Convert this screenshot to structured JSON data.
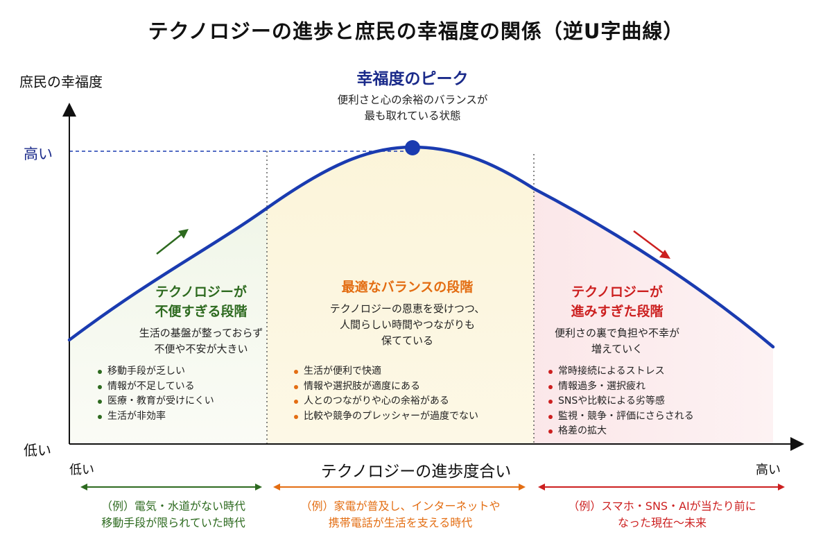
{
  "title": "テクノロジーの進歩と庶民の幸福度の関係（逆U字曲線）",
  "axes": {
    "y_label": "庶民の幸福度",
    "y_high": "高い",
    "y_low": "低い",
    "x_label": "テクノロジーの進歩度合い",
    "x_low": "低い",
    "x_high": "高い"
  },
  "peak": {
    "title": "幸福度のピーク",
    "desc_line1": "便利さと心の余裕のバランスが",
    "desc_line2": "最も取れている状態"
  },
  "sections": {
    "left": {
      "title_line1": "テクノロジーが",
      "title_line2": "不便すぎる段階",
      "desc_line1": "生活の基盤が整っておらず",
      "desc_line2": "不便や不安が大きい",
      "bullets": [
        "移動手段が乏しい",
        "情報が不足している",
        "医療・教育が受けにくい",
        "生活が非効率"
      ],
      "example_line1": "（例）電気・水道がない時代",
      "example_line2": "移動手段が限られていた時代"
    },
    "middle": {
      "title_line1": "最適なバランスの段階",
      "desc_line1": "テクノロジーの恩恵を受けつつ、",
      "desc_line2": "人間らしい時間やつながりも",
      "desc_line3": "保てている",
      "bullets": [
        "生活が便利で快適",
        "情報や選択肢が適度にある",
        "人とのつながりや心の余裕がある",
        "比較や競争のプレッシャーが過度でない"
      ],
      "example_line1": "（例）家電が普及し、インターネットや",
      "example_line2": "携帯電話が生活を支える時代"
    },
    "right": {
      "title_line1": "テクノロジーが",
      "title_line2": "進みすぎた段階",
      "desc_line1": "便利さの裏で負担や不幸が",
      "desc_line2": "増えていく",
      "bullets": [
        "常時接続によるストレス",
        "情報過多・選択疲れ",
        "SNSや比較による劣等感",
        "監視・競争・評価にさらされる",
        "格差の拡大"
      ],
      "example_line1": "（例）スマホ・SNS・AIが当たり前に",
      "example_line2": "なった現在〜未来"
    }
  },
  "colors": {
    "curve": "#1a3bb0",
    "left": "#2d6a1f",
    "middle": "#e36d12",
    "right": "#cc1f1f",
    "peak": "#1a2a8a"
  }
}
